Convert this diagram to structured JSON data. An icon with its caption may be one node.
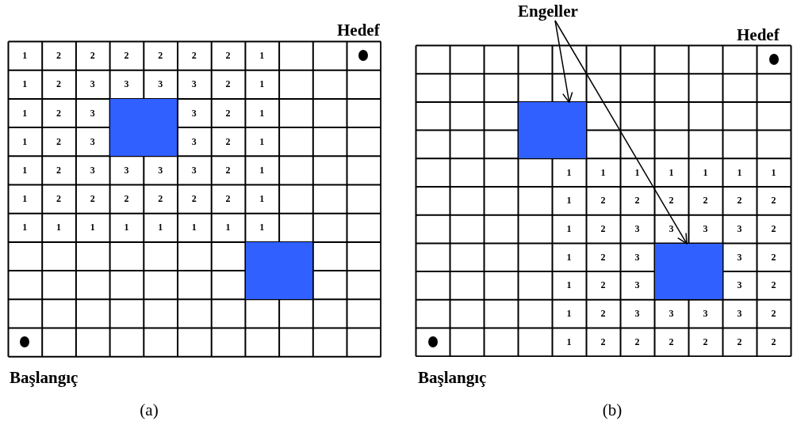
{
  "diagram": {
    "nodes": [
      {
        "text": [],
        "shape": "box"
      },
      {
        "text": [],
        "shape": "box"
      },
      {
        "text": [
          "Engeller"
        ]
      },
      {
        "text": [],
        "shape": "box"
      },
      {
        "text": [],
        "shape": "box"
      }
    ],
    "edges": [
      {
        "from": 2,
        "to": 3,
        "arrow": "to"
      },
      {
        "from": 2,
        "to": 4,
        "arrow": "to"
      }
    ],
    "labels": [
      "Hedef",
      "1",
      "2",
      "2",
      "2",
      "2",
      "2",
      "2",
      "1",
      "1",
      "2",
      "3",
      "3",
      "3",
      "3",
      "2",
      "1",
      "1",
      "2",
      "3",
      "3",
      "2",
      "1",
      "1",
      "2",
      "3",
      "3",
      "2",
      "1",
      "1",
      "2",
      "3",
      "3",
      "3",
      "3",
      "2",
      "1",
      "1",
      "2",
      "2",
      "2",
      "2",
      "2",
      "2",
      "1",
      "1",
      "1",
      "1",
      "1",
      "1",
      "1",
      "1",
      "1",
      "Başlangıç",
      "(a)",
      "Hedef",
      "1",
      "1",
      "1",
      "1",
      "1",
      "1",
      "1",
      "1",
      "2",
      "2",
      "2",
      "2",
      "2",
      "2",
      "1",
      "2",
      "3",
      "3",
      "3",
      "3",
      "2",
      "1",
      "2",
      "3",
      "3",
      "2",
      "1",
      "2",
      "3",
      "3",
      "2",
      "1",
      "2",
      "3",
      "3",
      "3",
      "3",
      "2",
      "1",
      "2",
      "2",
      "2",
      "2",
      "2",
      "2",
      "Başlangıç",
      "(b)"
    ]
  }
}
